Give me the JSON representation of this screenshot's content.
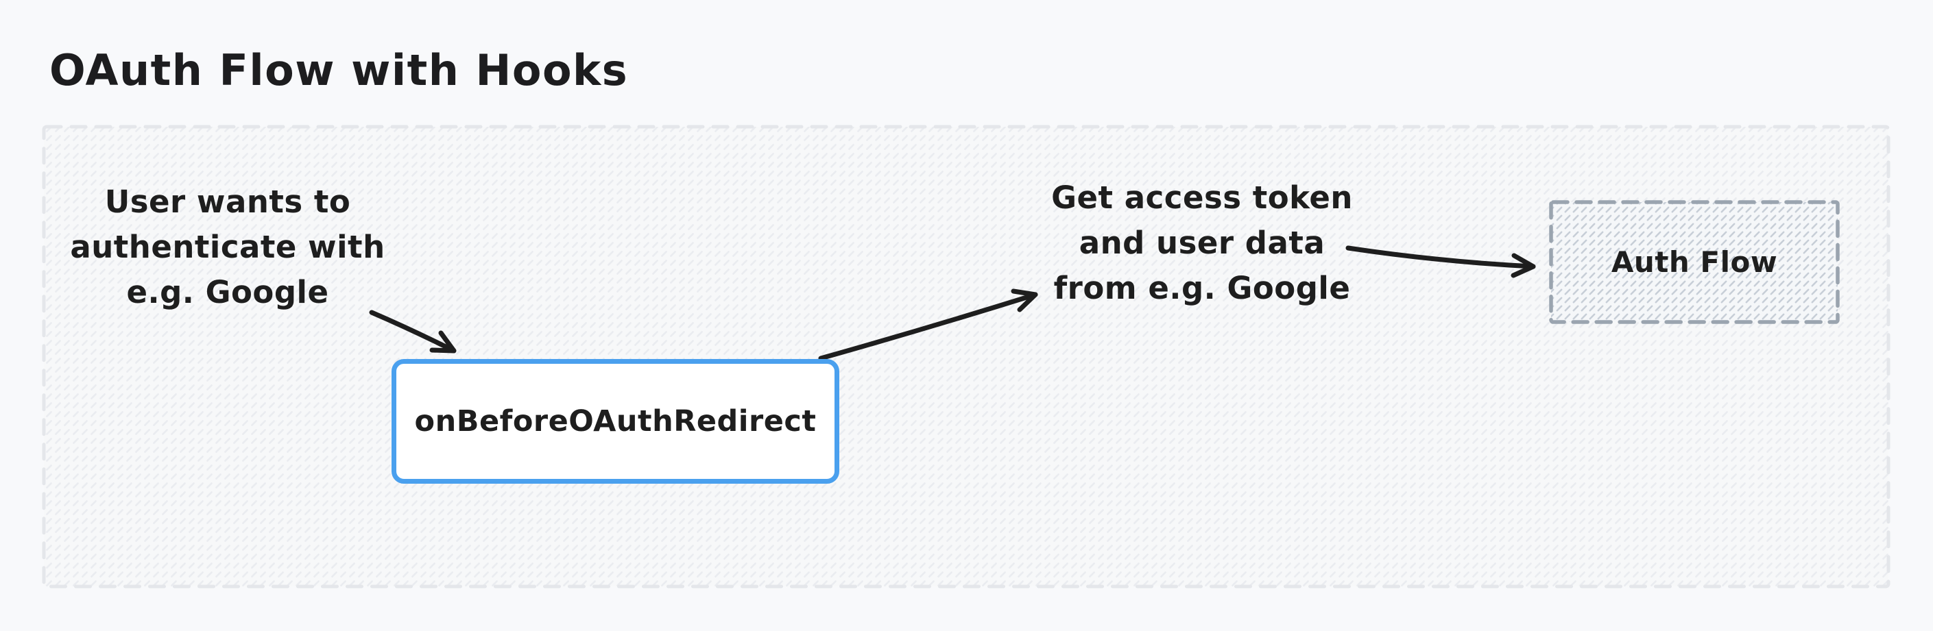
{
  "title": "OAuth Flow with Hooks",
  "notes": {
    "left": "User wants to\nauthenticate with\ne.g. Google",
    "right": "Get access token\nand user data\nfrom e.g. Google"
  },
  "nodes": {
    "hook": {
      "label": "onBeforeOAuthRedirect"
    },
    "auth_flow": {
      "label": "Auth Flow"
    }
  },
  "colors": {
    "page_background": "#f8f9fb",
    "ink": "#1e1e1e",
    "accent_blue": "#4aa0ee",
    "container_dash": "#e4e6ea",
    "container_hatch": "#eaecf0",
    "auth_box_dash": "#9aa4af",
    "auth_box_hatch": "#c7ced7"
  }
}
